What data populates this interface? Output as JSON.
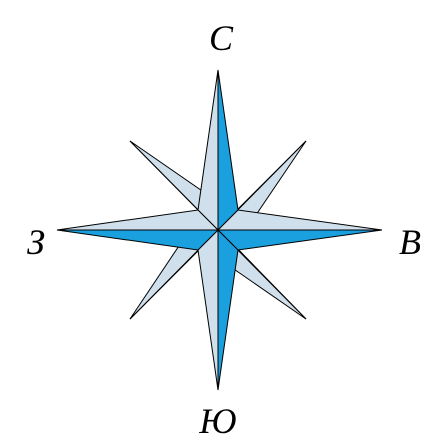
{
  "directions": {
    "north": "С",
    "east": "В",
    "south": "Ю",
    "west": "З"
  },
  "colors": {
    "dark_face": "#1aa0de",
    "light_face": "#cfe0ec",
    "outline": "#000000"
  }
}
